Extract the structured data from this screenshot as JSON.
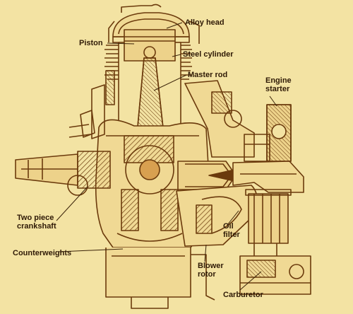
{
  "labels": {
    "alloy_head": "Alloy head",
    "piston": "Piston",
    "steel_cylinder": "Steel cylinder",
    "master_rod": "Master rod",
    "engine_starter_line1": "Engine",
    "engine_starter_line2": "starter",
    "two_piece_line1": "Two piece",
    "two_piece_line2": "crankshaft",
    "counterweights": "Counterweights",
    "oil_filter_line1": "Oil",
    "oil_filter_line2": "filter",
    "blower_line1": "Blower",
    "blower_line2": "rotor",
    "carburetor": "Carburetor"
  },
  "colors": {
    "background": "#f3e3a3",
    "ink": "#6b3a0c",
    "shade": "#b7782a",
    "text": "#2f1a06"
  }
}
